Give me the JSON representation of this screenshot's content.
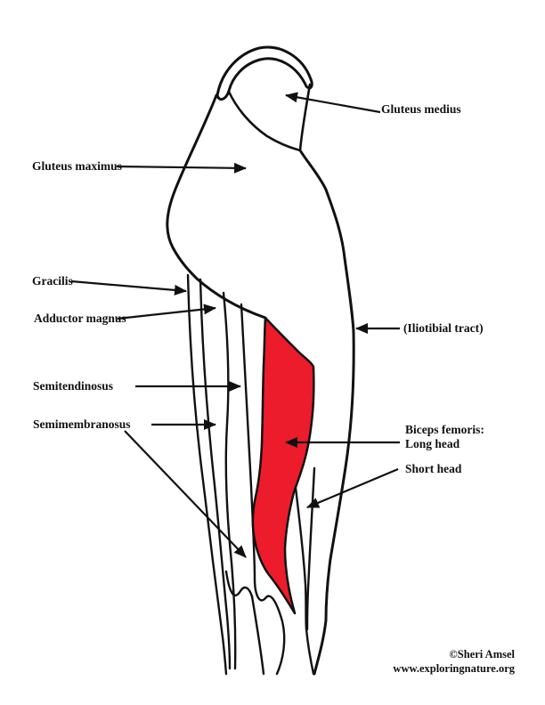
{
  "diagram": {
    "highlight_color": "#ec1c2c",
    "outline_color": "#000000",
    "labels": {
      "gluteus_medius": "Gluteus medius",
      "gluteus_maximus": "Gluteus maximus",
      "gracilis": "Gracilis",
      "adductor_magnus": "Adductor magnus",
      "semitendinosus": "Semitendinosus",
      "semimembranosus": "Semimembranosus",
      "iliotibial_tract": "(Iliotibial tract)",
      "biceps_femoris_title": "Biceps femoris:",
      "biceps_femoris_long_head": "Long head",
      "biceps_femoris_short_head": "Short head"
    }
  },
  "credit": {
    "author": "©Sheri Amsel",
    "website": "www.exploringnature.org"
  }
}
